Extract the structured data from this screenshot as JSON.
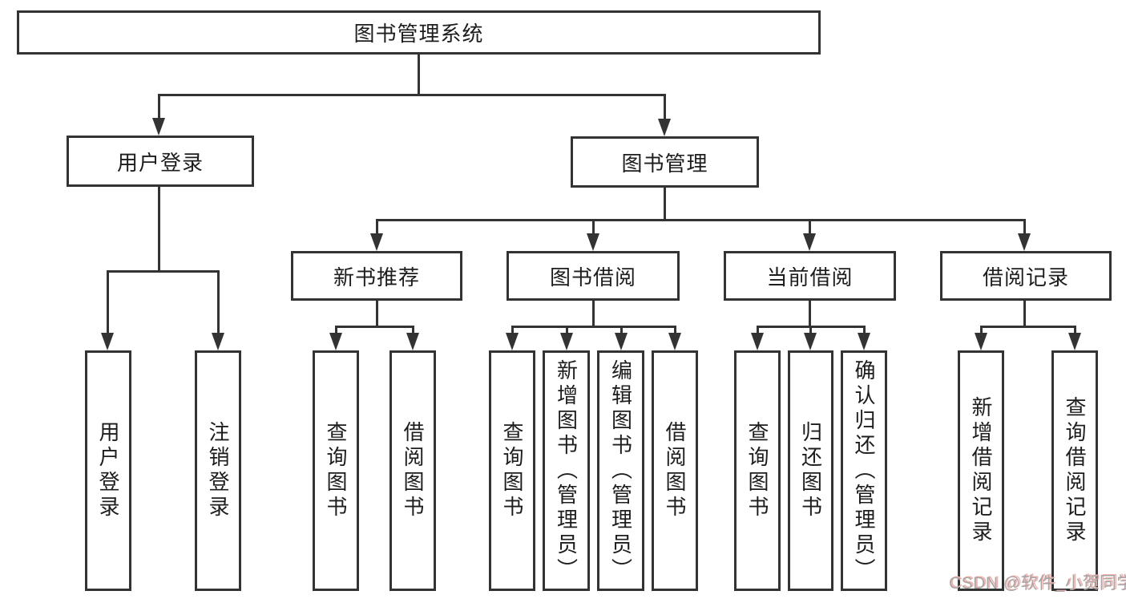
{
  "diagram_type": "hierarchy-tree",
  "root": {
    "label": "图书管理系统"
  },
  "level2": [
    {
      "id": "user-login",
      "label": "用户登录",
      "parent": "root"
    },
    {
      "id": "book-management",
      "label": "图书管理",
      "parent": "root"
    }
  ],
  "level3": [
    {
      "id": "new-book-recommend",
      "label": "新书推荐",
      "parent": "book-management"
    },
    {
      "id": "book-borrowing",
      "label": "图书借阅",
      "parent": "book-management"
    },
    {
      "id": "current-borrowing",
      "label": "当前借阅",
      "parent": "book-management"
    },
    {
      "id": "borrowing-records",
      "label": "借阅记录",
      "parent": "book-management"
    }
  ],
  "leaves": [
    {
      "label": "用户登录",
      "parent": "user-login"
    },
    {
      "label": "注销登录",
      "parent": "user-login"
    },
    {
      "label": "查询图书",
      "parent": "new-book-recommend"
    },
    {
      "label": "借阅图书",
      "parent": "new-book-recommend"
    },
    {
      "label": "查询图书",
      "parent": "book-borrowing"
    },
    {
      "label": "新增图书（管理员）",
      "parent": "book-borrowing"
    },
    {
      "label": "编辑图书（管理员）",
      "parent": "book-borrowing"
    },
    {
      "label": "借阅图书",
      "parent": "book-borrowing"
    },
    {
      "label": "查询图书",
      "parent": "current-borrowing"
    },
    {
      "label": "归还图书",
      "parent": "current-borrowing"
    },
    {
      "label": "确认归还（管理员）",
      "parent": "current-borrowing"
    },
    {
      "label": "新增借阅记录",
      "parent": "borrowing-records"
    },
    {
      "label": "查询借阅记录",
      "parent": "borrowing-records"
    }
  ],
  "watermark": {
    "text": "CSDN @软件_小贺同学"
  },
  "colors": {
    "line": "#333333",
    "text": "#1d1d1d",
    "background": "#ffffff",
    "watermark_gray": "#a6a6a6",
    "watermark_pink": "#f5b2ac"
  }
}
